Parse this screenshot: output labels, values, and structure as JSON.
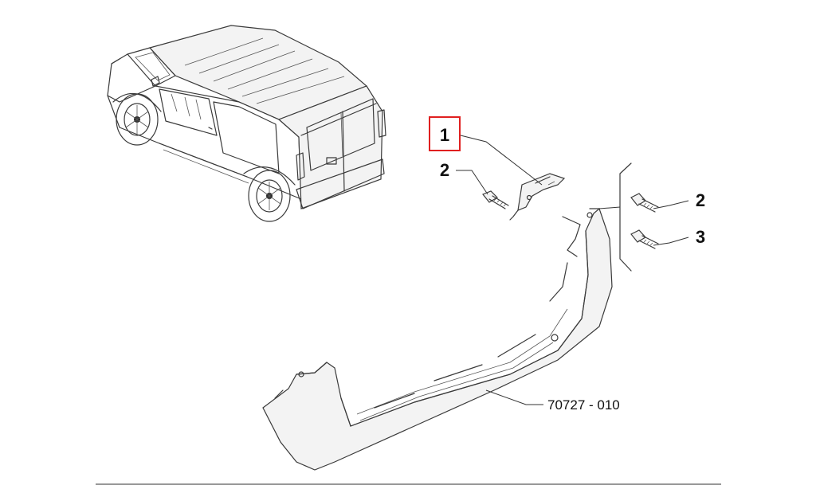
{
  "callouts": [
    {
      "id": "c1",
      "label": "1",
      "highlighted": true
    },
    {
      "id": "c2a",
      "label": "2"
    },
    {
      "id": "c2b",
      "label": "2"
    },
    {
      "id": "c3",
      "label": "3"
    }
  ],
  "part_number": "70727 - 010",
  "colors": {
    "highlight_box": "#e02020",
    "line_art": "#3a3a3a",
    "text": "#111111",
    "background": "#ffffff"
  },
  "icons": {
    "vehicle": "van-rear-three-quarter-icon",
    "bracket": "bracket-icon",
    "bolt": "bolt-icon",
    "bumper": "rear-bumper-icon"
  }
}
